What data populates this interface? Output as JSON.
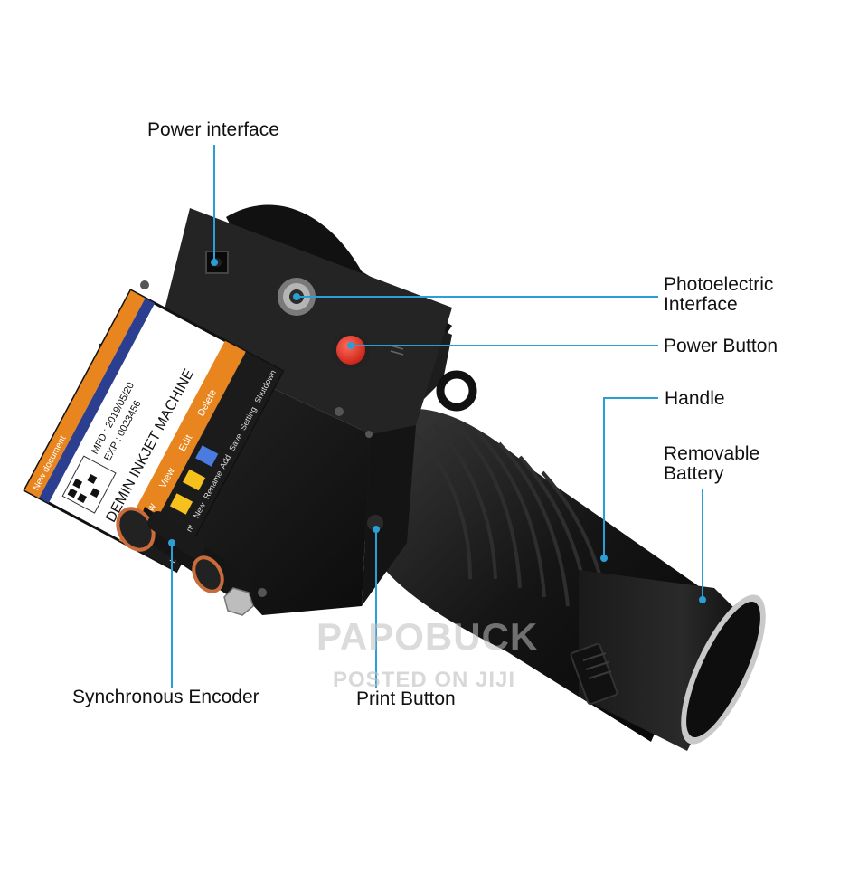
{
  "labels": {
    "power_interface": "Power interface",
    "photoelectric_interface": "Photoelectric\nInterface",
    "power_button": "Power Button",
    "handle": "Handle",
    "removable_battery": "Removable\nBattery",
    "synchronous_encoder": "Synchronous Encoder",
    "print_button": "Print Button"
  },
  "screen": {
    "tab": "New document",
    "mfd": "MFD : 2019/05/20",
    "exp": "EXP : 0023456",
    "machine": "DEMIN INKJET MACHINE",
    "menu": [
      "Preview",
      "View",
      "Edit",
      "Delete"
    ],
    "bottom": [
      "Load",
      "Print",
      "New",
      "Rename",
      "Add",
      "Save",
      "Setting",
      "Shutdown"
    ]
  },
  "watermark": {
    "main": "PAPOBUCK",
    "sub": "POSTED ON JIJI"
  },
  "colors": {
    "leader_line": "#2a9fd6",
    "power_button": "#e8382c",
    "body": "#1a1a1a",
    "screen_orange": "#e8851e"
  }
}
